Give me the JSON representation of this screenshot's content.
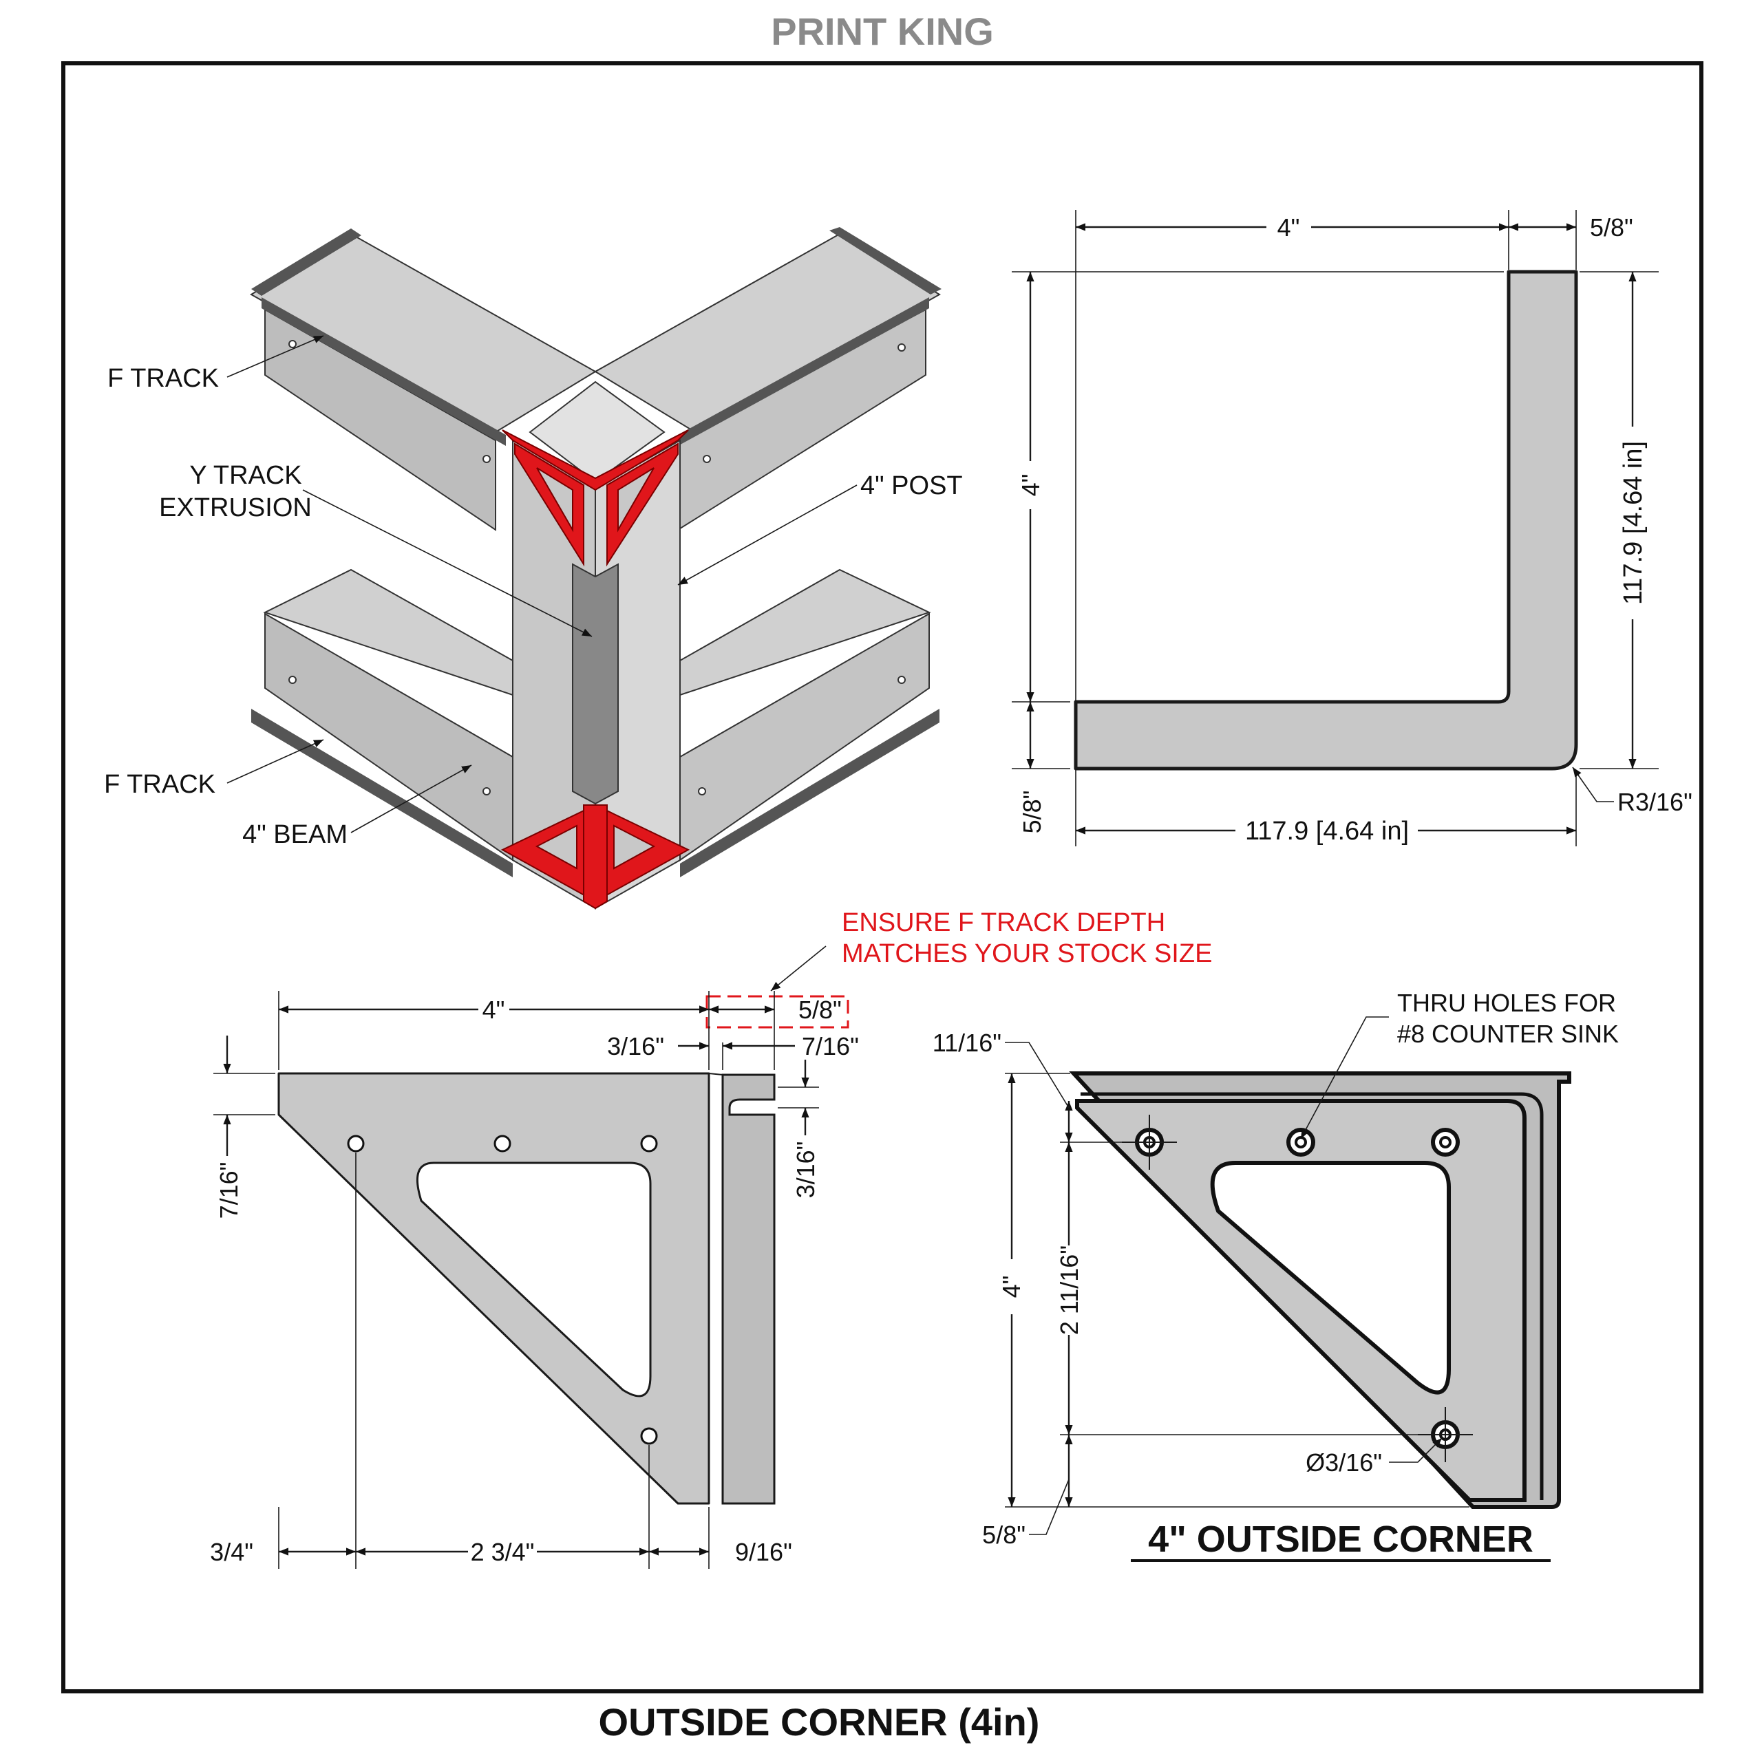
{
  "header": {
    "brand": "PRINT KING"
  },
  "footer": {
    "title": "OUTSIDE CORNER (4in)"
  },
  "iso_view": {
    "labels": {
      "f_track_top": "F TRACK",
      "y_track_1": "Y TRACK",
      "y_track_2": "EXTRUSION",
      "post": "4\" POST",
      "f_track_bottom": "F TRACK",
      "beam": "4\" BEAM"
    }
  },
  "top_view": {
    "dims": {
      "top_width": "4\"",
      "top_lip": "5/8\"",
      "left_height": "4\"",
      "left_lip": "5/8\"",
      "right_height": "117.9 [4.64 in]",
      "bottom_width": "117.9 [4.64 in]",
      "radius": "R3/16\""
    }
  },
  "front_view": {
    "note_line1": "ENSURE F TRACK DEPTH",
    "note_line2": "MATCHES YOUR STOCK SIZE",
    "dims": {
      "top_width": "4\"",
      "top_lip": "5/8\"",
      "gap_a": "3/16\"",
      "gap_b": "7/16\"",
      "left_vert": "7/16\"",
      "right_vert": "3/16\"",
      "bottom_a": "3/4\"",
      "bottom_b": "2 3/4\"",
      "bottom_c": "9/16\""
    }
  },
  "side_view": {
    "holes_note_1": "THRU HOLES FOR",
    "holes_note_2": "#8 COUNTER SINK",
    "dims": {
      "top_offset": "11/16\"",
      "total_height": "4\"",
      "hole_span": "2 11/16\"",
      "bottom_offset": "5/8\"",
      "hole_dia": "Ø3/16\""
    },
    "title": "4\" OUTSIDE CORNER"
  },
  "colors": {
    "accent_red": "#e0161b",
    "part_gray": "#c8c8c8",
    "brand_gray": "#8a8a8a"
  }
}
